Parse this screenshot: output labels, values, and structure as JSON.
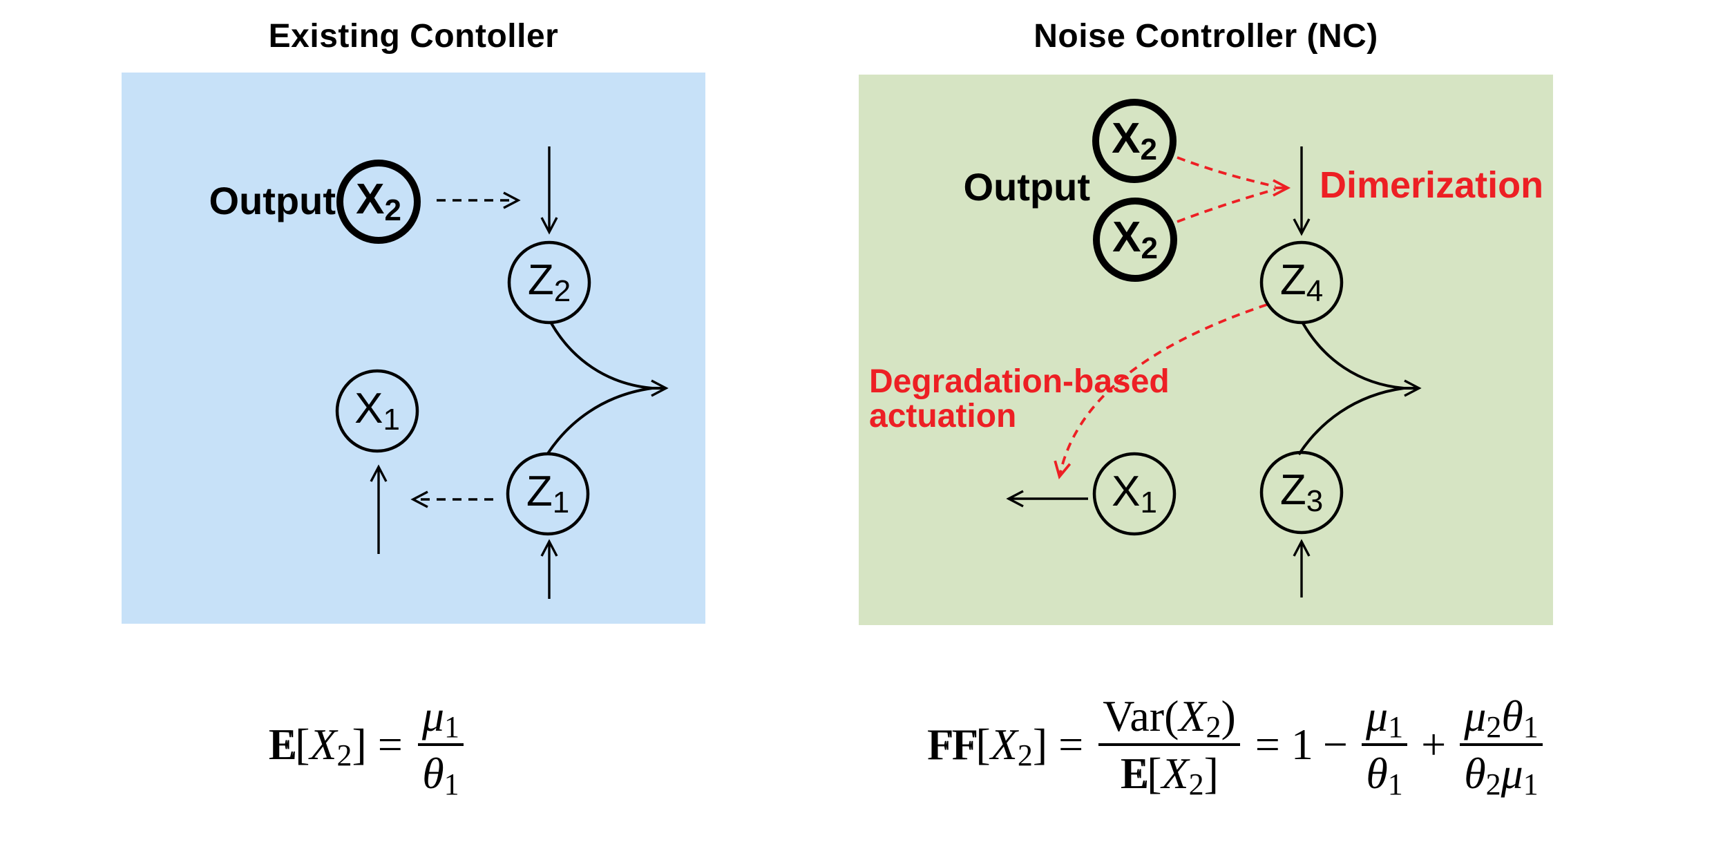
{
  "colors": {
    "panel_left_bg": "#c7e1f8",
    "panel_right_bg": "#d6e4c3",
    "accent_red": "#ed1f24",
    "ink": "#000000",
    "page_bg": "#ffffff"
  },
  "left_panel": {
    "title": "Existing Contoller",
    "output_label": "Output",
    "nodes": {
      "x2": {
        "base": "X",
        "sub": "2"
      },
      "z2": {
        "base": "Z",
        "sub": "2"
      },
      "x1": {
        "base": "X",
        "sub": "1"
      },
      "z1": {
        "base": "Z",
        "sub": "1"
      }
    },
    "formula": {
      "bb": "E",
      "open": "[",
      "var": "X",
      "var_sub": "2",
      "close": "]",
      "eq": "=",
      "num": "μ",
      "num_sub": "1",
      "den": "θ",
      "den_sub": "1"
    }
  },
  "right_panel": {
    "title": "Noise Controller (NC)",
    "output_label": "Output",
    "dimerization_label": "Dimerization",
    "degradation_line1": "Degradation-based",
    "degradation_line2": "actuation",
    "nodes": {
      "x2_top": {
        "base": "X",
        "sub": "2"
      },
      "x2_bottom": {
        "base": "X",
        "sub": "2"
      },
      "z4": {
        "base": "Z",
        "sub": "4"
      },
      "x1": {
        "base": "X",
        "sub": "1"
      },
      "z3": {
        "base": "Z",
        "sub": "3"
      }
    },
    "formula": {
      "bb1": "F",
      "bb2": "F",
      "open": "[",
      "var": "X",
      "var_sub": "2",
      "close": "]",
      "eq1": "=",
      "big_num": {
        "fn": "Var",
        "open": "(",
        "var": "X",
        "sub": "2",
        "close": ")"
      },
      "big_den": {
        "bb": "E",
        "open": "[",
        "var": "X",
        "sub": "2",
        "close": "]"
      },
      "eq2": "=",
      "one": "1",
      "minus": "−",
      "frac2": {
        "num": "μ",
        "num_sub": "1",
        "den": "θ",
        "den_sub": "1"
      },
      "plus": "+",
      "frac3": {
        "num_a": "μ",
        "num_a_sub": "2",
        "num_b": "θ",
        "num_b_sub": "1",
        "den_a": "θ",
        "den_a_sub": "2",
        "den_b": "μ",
        "den_b_sub": "1"
      }
    }
  }
}
